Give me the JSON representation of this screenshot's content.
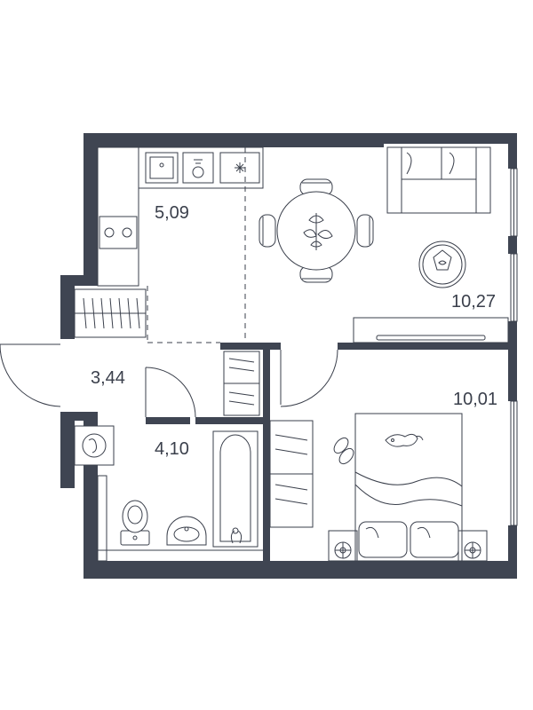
{
  "floor_plan": {
    "rooms": [
      {
        "id": "kitchen",
        "area": "5,09"
      },
      {
        "id": "living-room",
        "area": "10,27"
      },
      {
        "id": "hallway",
        "area": "3,44"
      },
      {
        "id": "bathroom",
        "area": "4,10"
      },
      {
        "id": "bedroom",
        "area": "10,01"
      }
    ],
    "colors": {
      "wall": "#3f4552",
      "line": "#3a3f4b",
      "background": "#ffffff"
    },
    "icons": [
      "sink-icon",
      "dishwasher-icon",
      "fridge-icon",
      "cooktop-icon",
      "dining-table-icon",
      "sofa-icon",
      "plant-icon",
      "tv-stand-icon",
      "wardrobe-icon",
      "washing-machine-icon",
      "toilet-icon",
      "washbasin-icon",
      "bathtub-icon",
      "bed-icon",
      "slippers-icon",
      "fan-icon",
      "cat-icon"
    ]
  }
}
